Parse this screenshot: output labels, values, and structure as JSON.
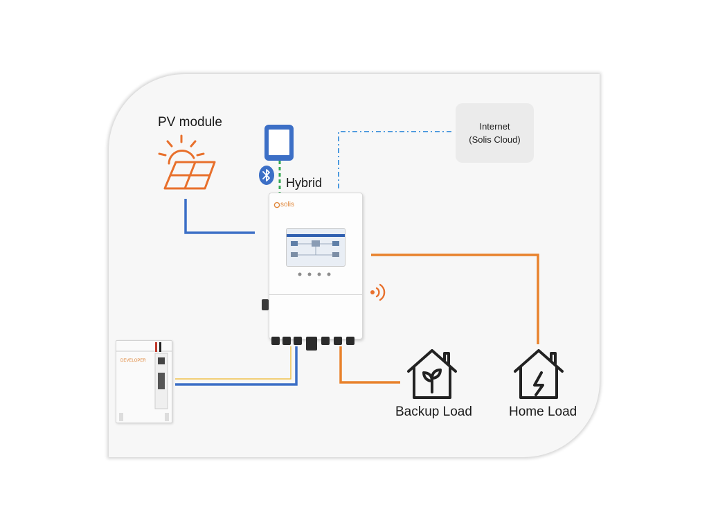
{
  "labels": {
    "pv_module": "PV module",
    "hybrid": "Hybrid",
    "internet_line1": "Internet",
    "internet_line2": "(Solis Cloud)",
    "backup_load": "Backup Load",
    "home_load": "Home Load",
    "inverter_brand": "solis",
    "battery_brand": "DEVELOPER"
  },
  "colors": {
    "dc_line": "#3c6fc6",
    "ac_line": "#e8822c",
    "bluetooth_line": "#33a852",
    "internet_line": "#3a8fdc",
    "battery_signal_line": "#f0c24b",
    "icon_orange": "#e8702c",
    "icon_dark": "#222222",
    "tablet_blue": "#3c6fc6"
  },
  "icons": {
    "pv": "solar-panel-sun-icon",
    "tablet": "tablet-icon",
    "bluetooth": "bluetooth-icon",
    "wifi": "wireless-signal-icon",
    "backup": "house-plant-icon",
    "home": "house-lightning-icon"
  }
}
